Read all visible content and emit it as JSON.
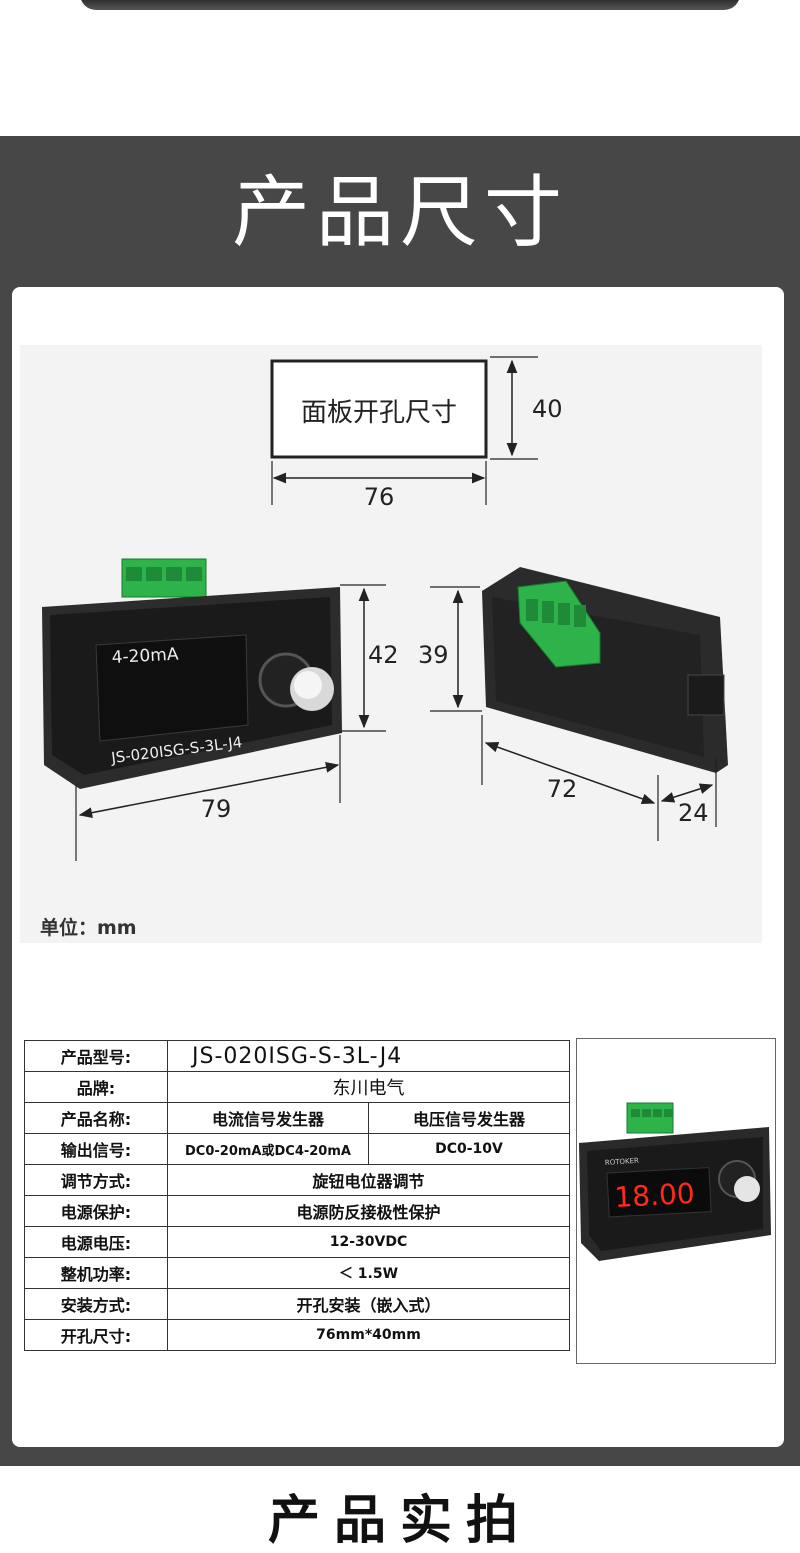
{
  "section_title": "产品尺寸",
  "panel_cutout": {
    "label": "面板开孔尺寸",
    "width": "76",
    "height": "40"
  },
  "front_view": {
    "display_label": "4-20mA",
    "model_label": "JS-020ISG-S-3L-J4",
    "width": "79",
    "height": "42"
  },
  "side_view": {
    "height": "39",
    "depth": "72",
    "thickness": "24"
  },
  "unit_note": "单位：mm",
  "spec_table": {
    "rows": [
      {
        "label": "产品型号:",
        "value": "JS-020ISG-S-3L-J4"
      },
      {
        "label": "品牌:",
        "value": "东川电气"
      },
      {
        "label": "产品名称:",
        "col1": "电流信号发生器",
        "col2": "电压信号发生器"
      },
      {
        "label": "输出信号:",
        "col1": "DC0-20mA或DC4-20mA",
        "col2": "DC0-10V"
      },
      {
        "label": "调节方式:",
        "value": "旋钮电位器调节"
      },
      {
        "label": "电源保护:",
        "value": "电源防反接极性保护"
      },
      {
        "label": "电源电压:",
        "value": "12-30VDC"
      },
      {
        "label": "整机功率:",
        "value": "＜ 1.5W"
      },
      {
        "label": "安装方式:",
        "value": "开孔安装（嵌入式）"
      },
      {
        "label": "开孔尺寸:",
        "value": "76mm*40mm"
      }
    ]
  },
  "product_photo": {
    "display_value": "18.00",
    "brand_label": "ROTOKER"
  },
  "next_section_title": "产品实拍",
  "colors": {
    "band": "#474747",
    "terminal_green": "#2db34a",
    "led_red": "#ff2a1a",
    "device_body": "#2a2a2a"
  }
}
